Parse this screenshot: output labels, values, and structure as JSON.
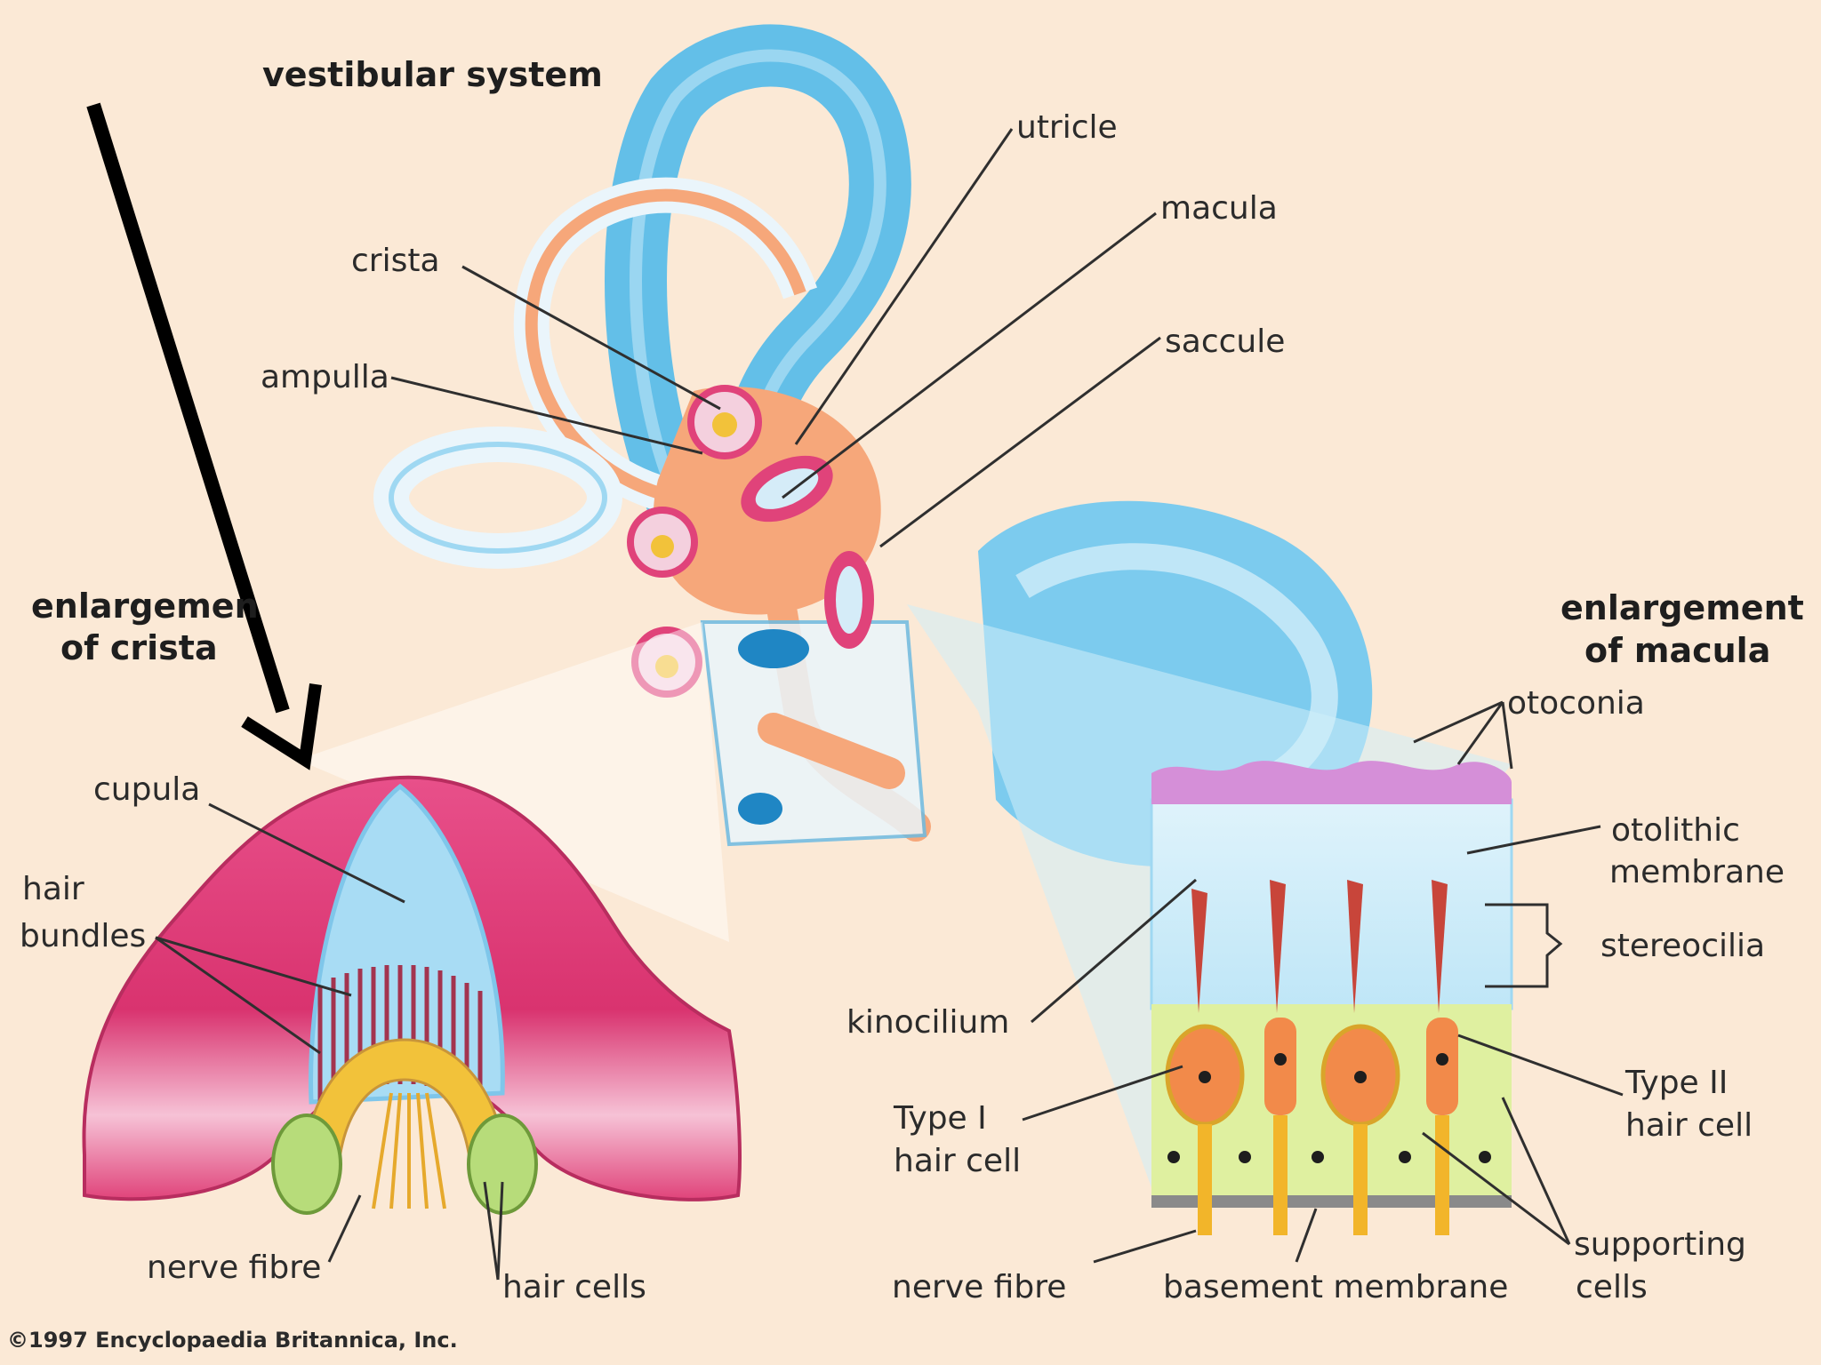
{
  "title": "vestibular system",
  "headings": {
    "crista_line1": "enlargemen",
    "crista_line2": "of crista",
    "macula_line1": "enlargement",
    "macula_line2": "of macula"
  },
  "labels": {
    "utricle": "utricle",
    "macula": "macula",
    "crista": "crista",
    "saccule": "saccule",
    "ampulla": "ampulla",
    "cupula": "cupula",
    "hair_line1": "hair",
    "hair_line2": "bundles",
    "nerve_fibre_left": "nerve fibre",
    "hair_cells": "hair cells",
    "otoconia": "otoconia",
    "otolithic_line1": "otolithic",
    "otolithic_line2": "membrane",
    "stereocilia": "stereocilia",
    "kinocilium": "kinocilium",
    "type1_line1": "Type I",
    "type1_line2": "hair cell",
    "type2_line1": "Type II",
    "type2_line2": "hair cell",
    "supporting_line1": "supporting",
    "supporting_line2": "cells",
    "nerve_fibre_right": "nerve fibre",
    "basement_membrane": "basement membrane"
  },
  "copyright": "©1997 Encyclopaedia Britannica, Inc.",
  "colors": {
    "background": "#fbe9d6",
    "canal_blue": "#63bfe8",
    "endolymph_orange": "#f6a77a",
    "crista_pink": "#e0437a",
    "cupula_blue": "#a8dcf4",
    "stereocilia_red": "#c8453a",
    "hair_cell_orange": "#f28a4a",
    "support_green": "#dff0a0",
    "otoconia_purple": "#d58fd8",
    "arrow": "#000000"
  },
  "icons": [
    "arrow-icon"
  ]
}
